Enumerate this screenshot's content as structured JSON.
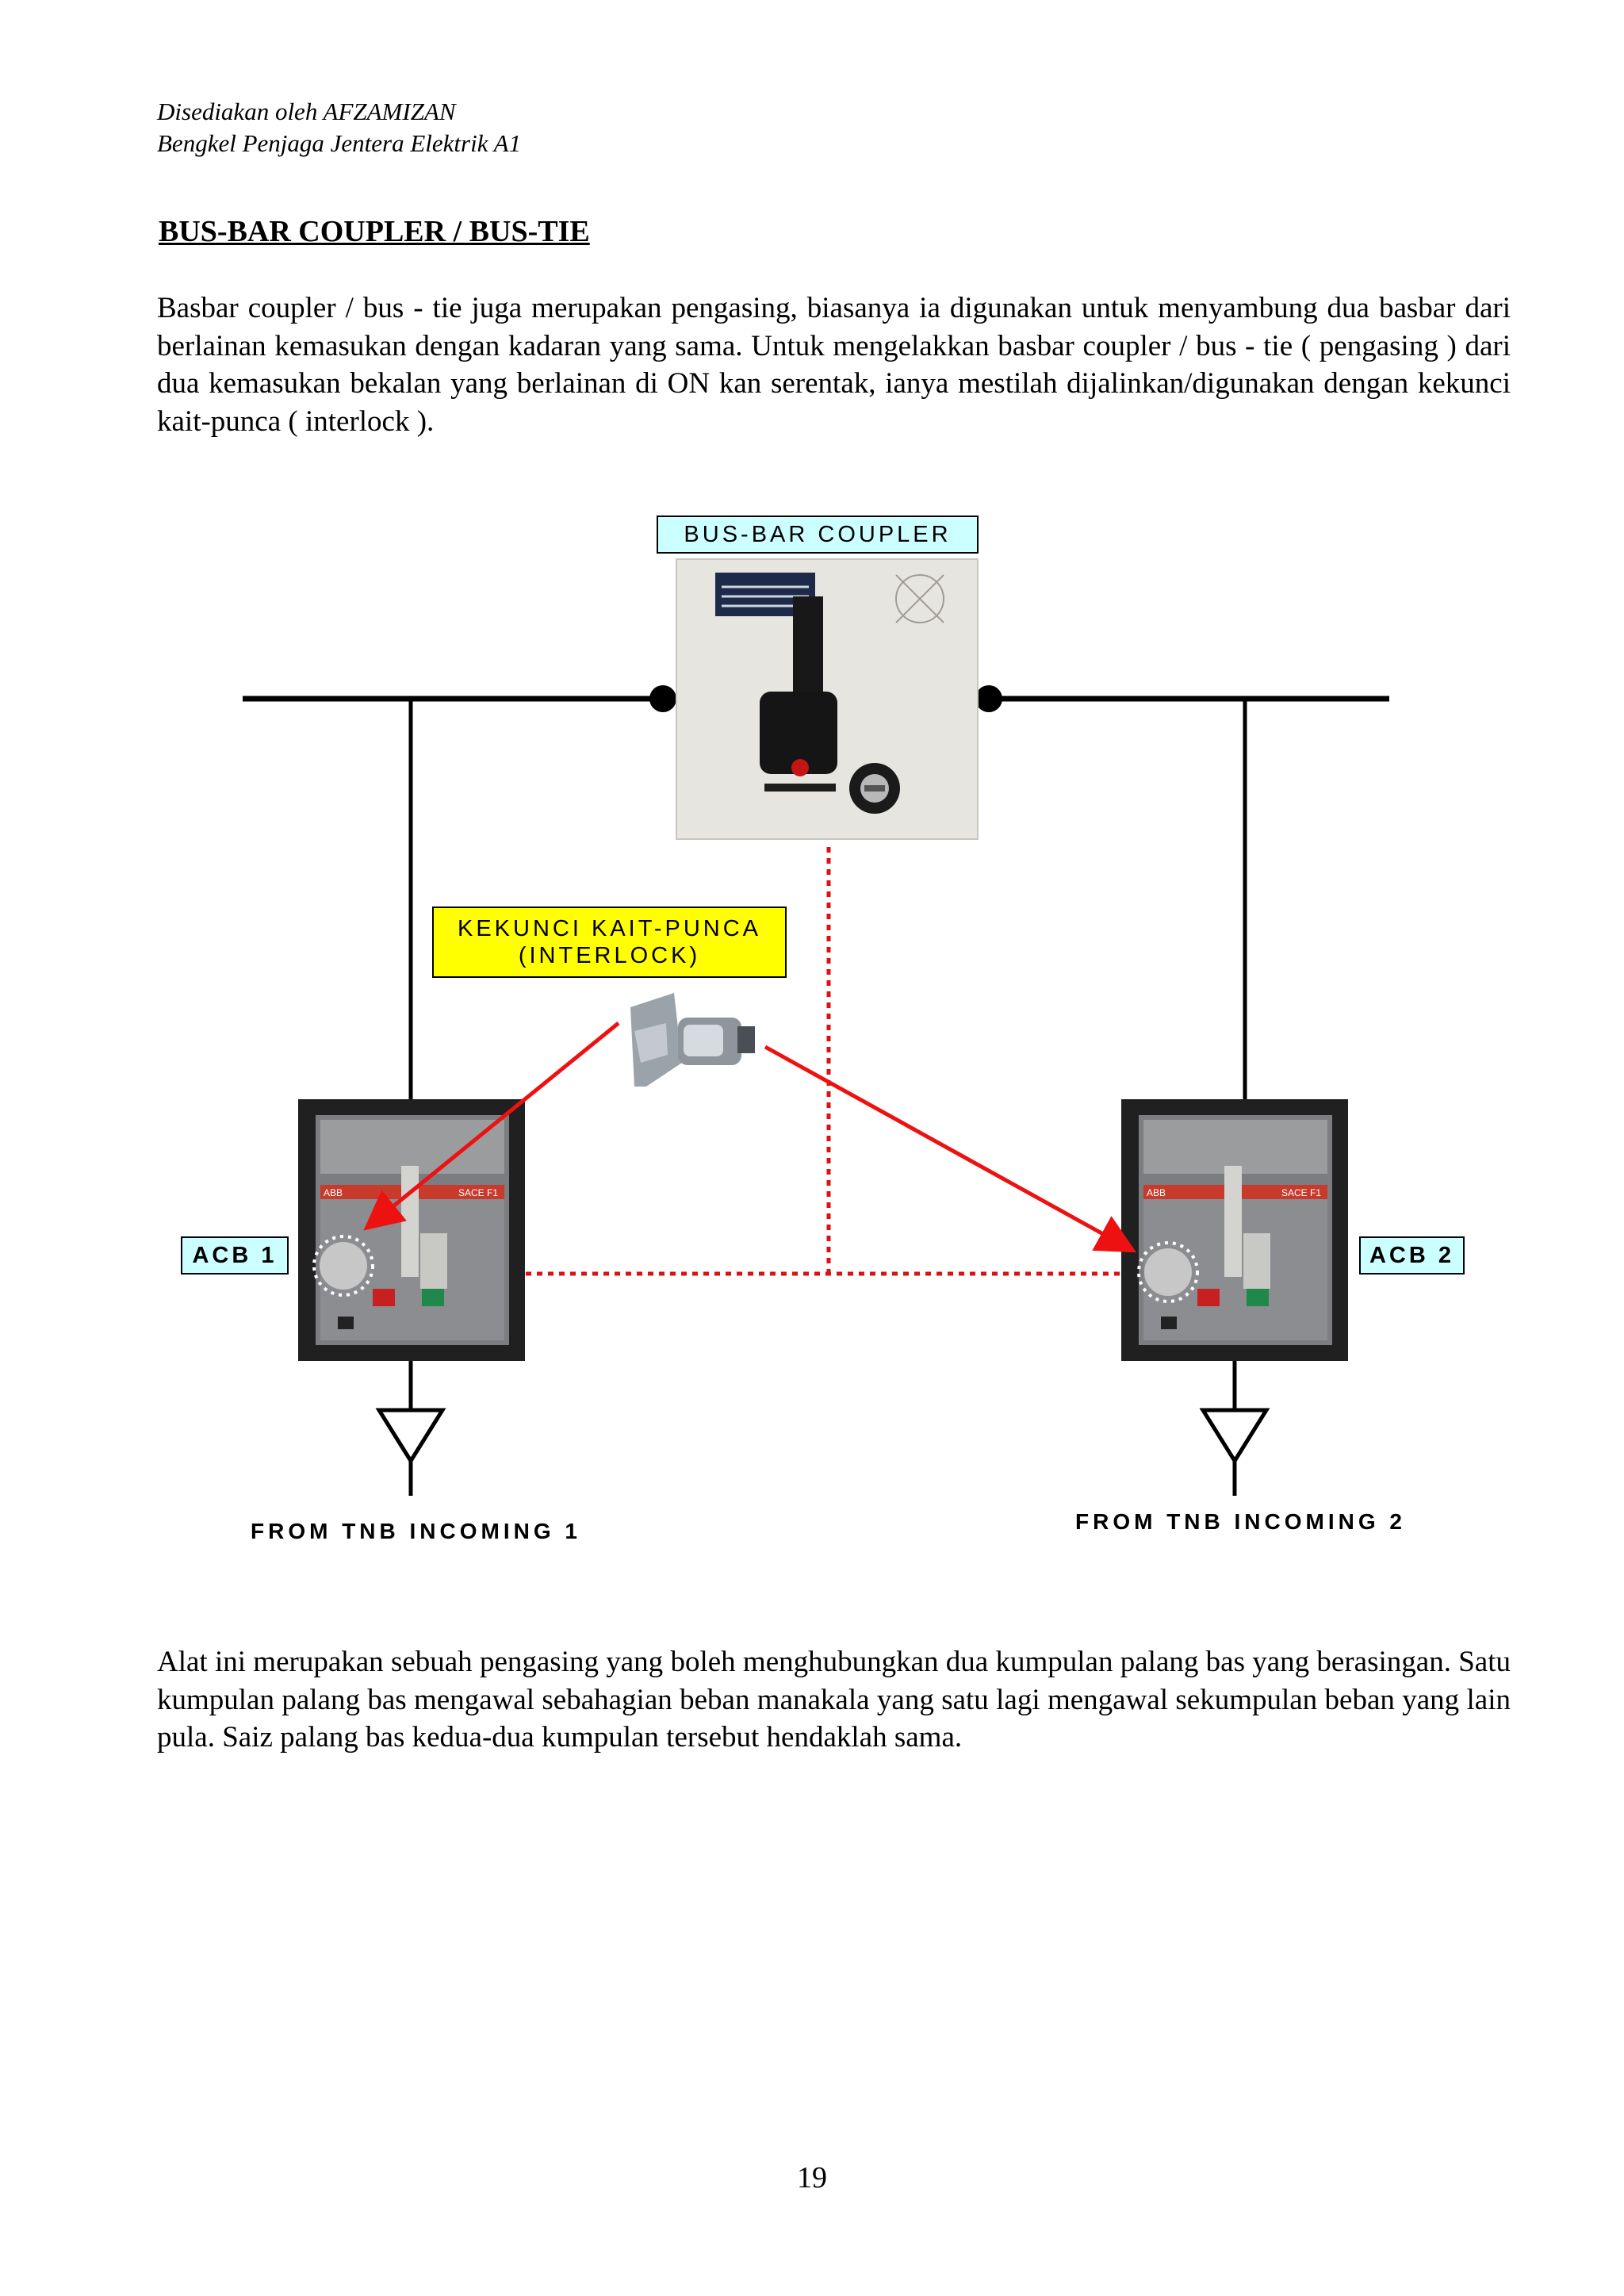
{
  "header": {
    "line1": "Disediakan oleh AFZAMIZAN",
    "line2": "Bengkel Penjaga Jentera Elektrik A1"
  },
  "title": "BUS-BAR COUPLER / BUS-TIE",
  "paragraph1": "Basbar coupler / bus - tie juga merupakan pengasing, biasanya ia digunakan untuk menyambung dua basbar dari berlainan kemasukan dengan kadaran yang sama. Untuk mengelakkan basbar coupler / bus - tie ( pengasing ) dari dua kemasukan bekalan yang berlainan di ON kan serentak, ianya mestilah dijalinkan/digunakan dengan kekunci kait-punca ( interlock ).",
  "diagram": {
    "coupler_label": "BUS-BAR COUPLER",
    "interlock_label_line1": "KEKUNCI KAIT-PUNCA",
    "interlock_label_line2": "(INTERLOCK)",
    "acb1_label": "ACB 1",
    "acb2_label": "ACB 2",
    "incoming1": "FROM TNB INCOMING 1",
    "incoming2": "FROM TNB INCOMING 2",
    "breaker_brand": "ABB",
    "breaker_model": "SACE F1",
    "colors": {
      "label_bg": "#ccffff",
      "interlock_bg": "#ffff00",
      "arrow": "#ee1111",
      "dotted": "#dd1111"
    }
  },
  "paragraph2": "Alat ini merupakan sebuah pengasing yang boleh menghubungkan dua kumpulan palang bas yang berasingan. Satu kumpulan palang bas mengawal sebahagian beban manakala yang satu lagi mengawal sekumpulan beban yang lain pula. Saiz palang bas kedua-dua kumpulan tersebut hendaklah sama.",
  "page_number": "19"
}
